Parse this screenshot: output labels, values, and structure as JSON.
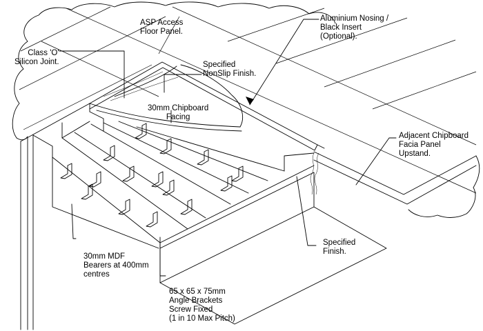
{
  "drawing": {
    "labels": [
      {
        "id": "asp-panel",
        "lines": [
          "ASP Access",
          "Floor Panel."
        ]
      },
      {
        "id": "aluminium-nosing",
        "lines": [
          "Aluminium Nosing /",
          "Black Insert",
          "(Optional)."
        ]
      },
      {
        "id": "silicon-joint",
        "lines": [
          "Class 'O'",
          "Silicon Joint."
        ]
      },
      {
        "id": "nonslip-finish",
        "lines": [
          "Specified",
          "NonSlip Finish."
        ]
      },
      {
        "id": "chipboard-facing",
        "lines": [
          "30mm Chipboard",
          "Facing"
        ]
      },
      {
        "id": "adjacent-panel",
        "lines": [
          "Adjacent Chipboard",
          "Facia Panel",
          "Upstand."
        ]
      },
      {
        "id": "specified-finish",
        "lines": [
          "Specified",
          "Finish."
        ]
      },
      {
        "id": "mdf-bearers",
        "lines": [
          "30mm MDF",
          "Bearers at 400mm",
          "centres"
        ]
      },
      {
        "id": "angle-brackets",
        "lines": [
          "65 x 65 x 75mm",
          "Angle Brackets",
          "Screw Fixed",
          "(1 in 10 Max Pitch)"
        ]
      }
    ]
  }
}
